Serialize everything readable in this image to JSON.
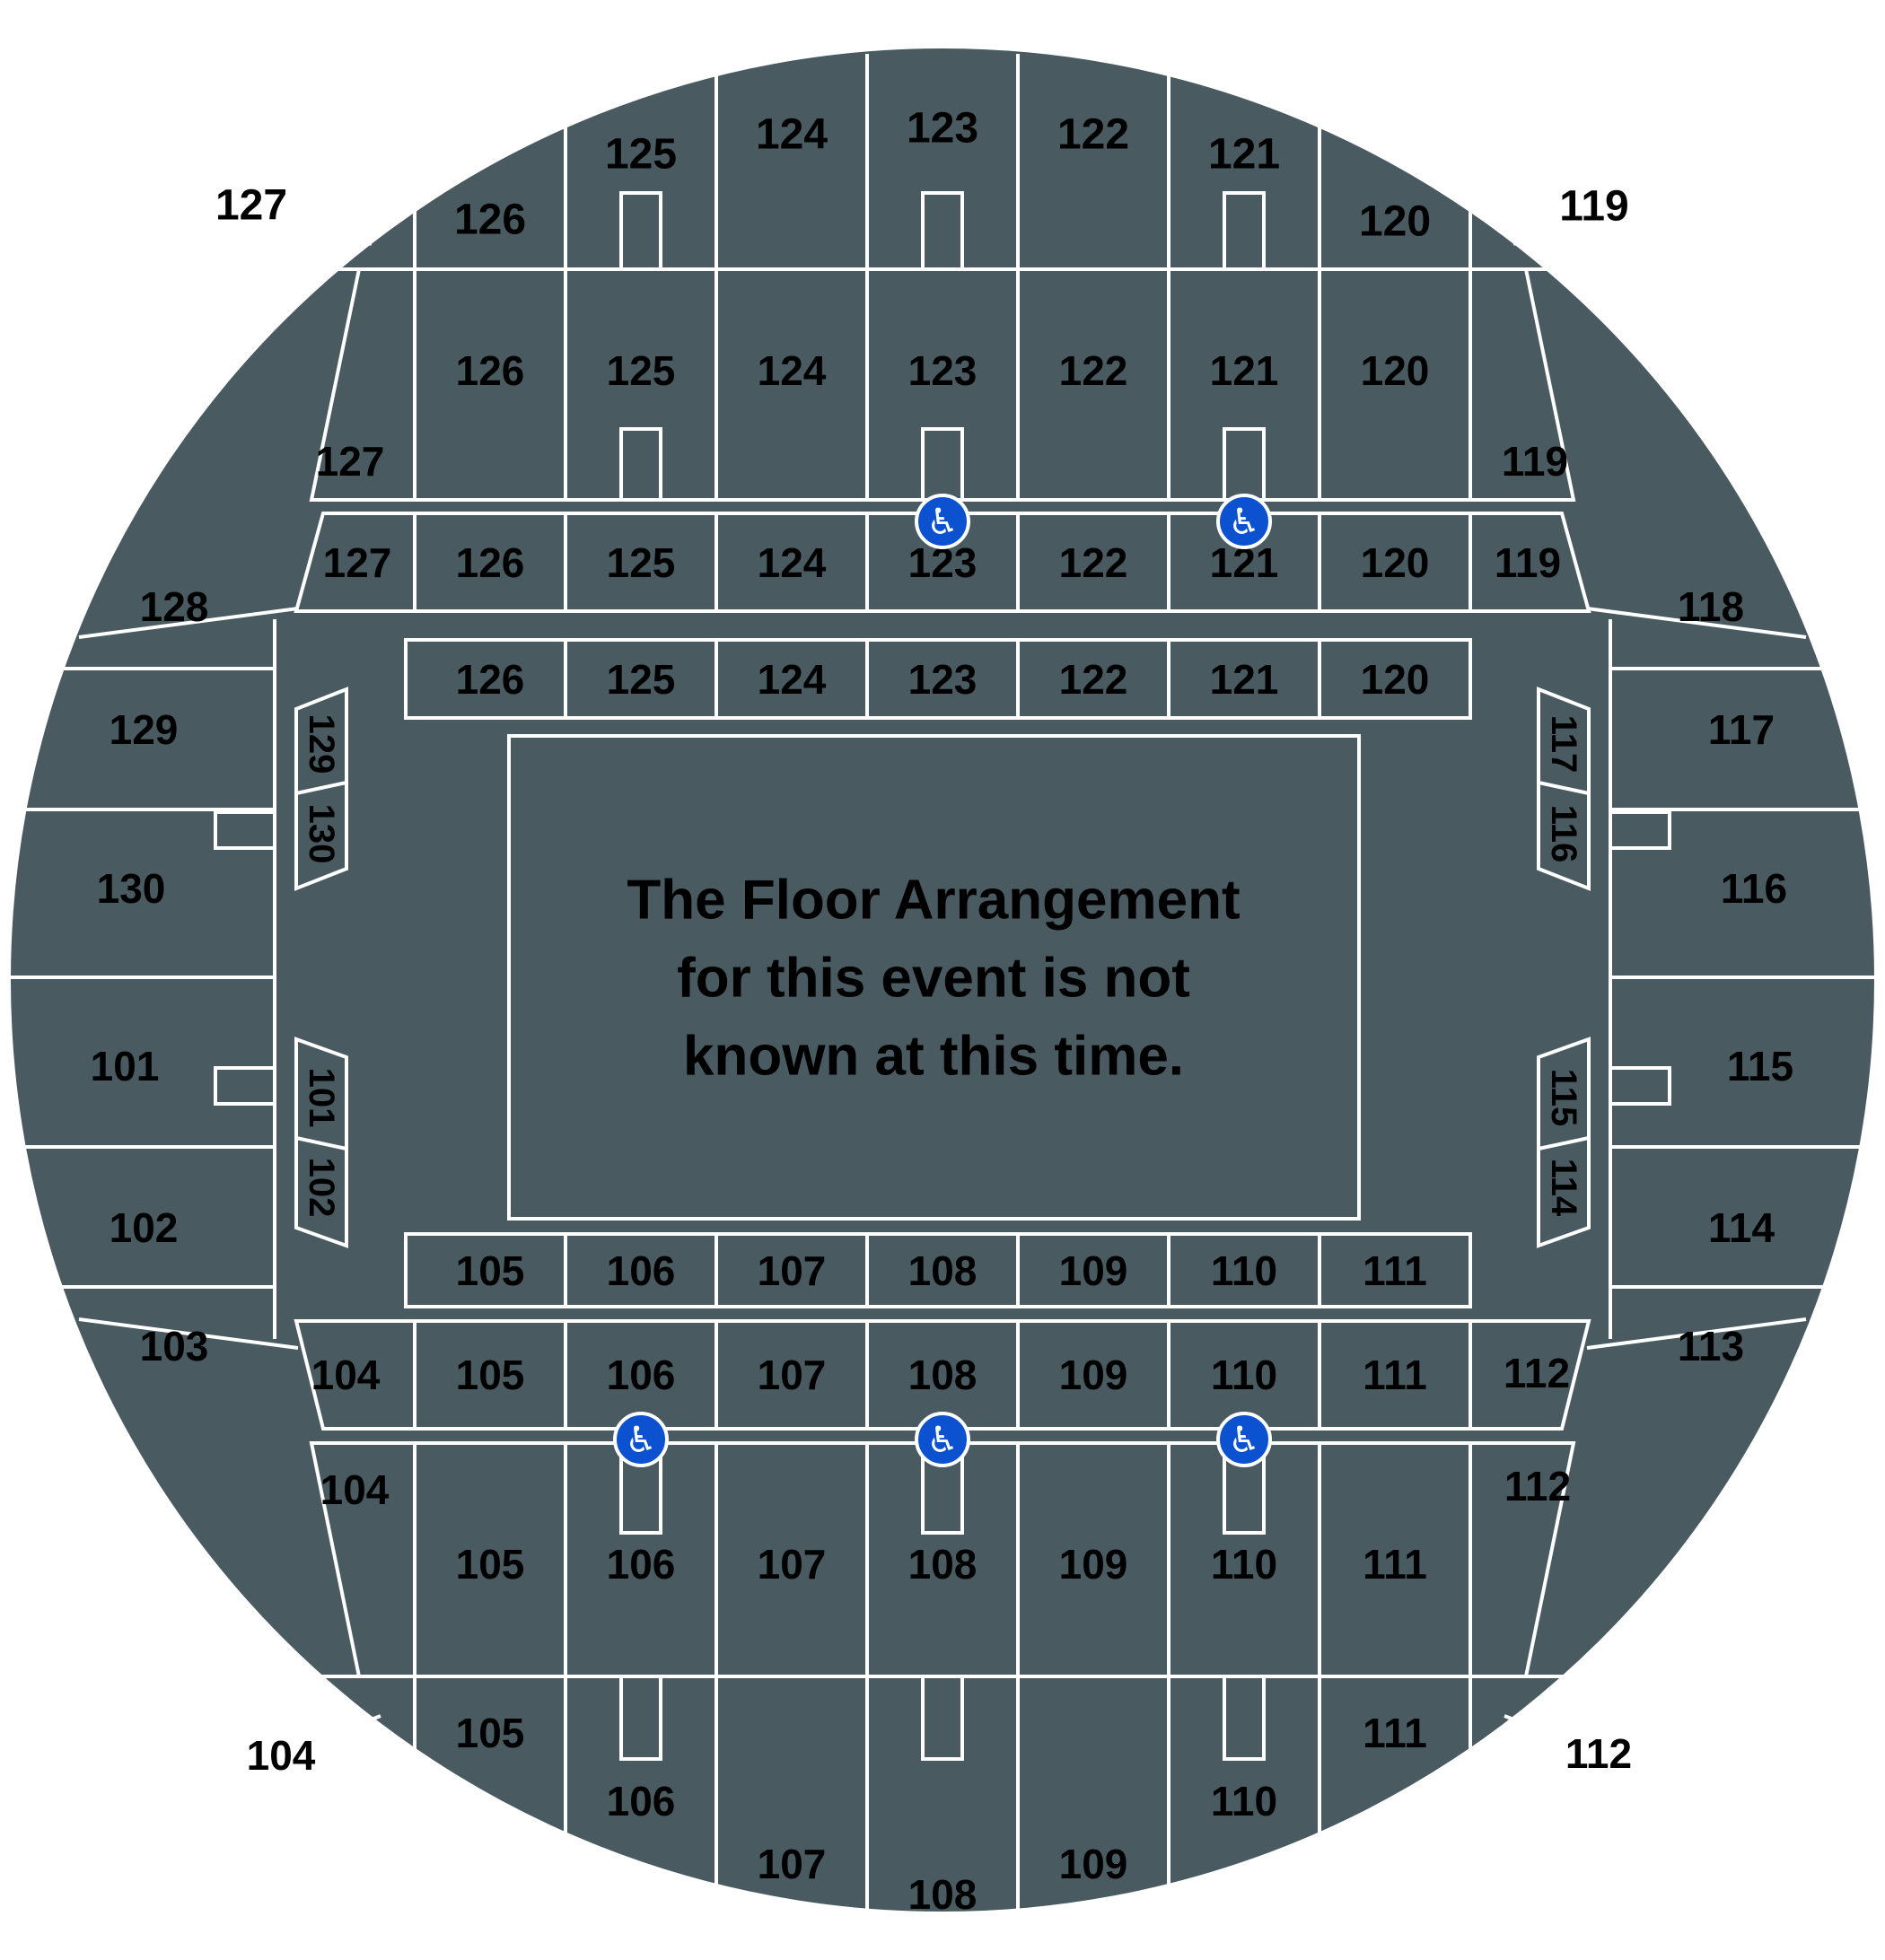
{
  "colors": {
    "background": "#ffffff",
    "bowl_fill": "#495a60",
    "line_color": "#ffffff",
    "label_color": "#000000",
    "accessible_blue": "#0b51d0"
  },
  "icons": {
    "wheelchair": "♿"
  },
  "floor": {
    "line1": "The Floor Arrangement",
    "line2": "for this event is not",
    "line3": "known at this time."
  },
  "rows": {
    "upper_rim": [
      "127",
      "126",
      "125",
      "124",
      "123",
      "122",
      "121",
      "120",
      "119"
    ],
    "upper_outer": [
      "127",
      "126",
      "125",
      "124",
      "123",
      "122",
      "121",
      "120",
      "119"
    ],
    "upper_mid": [
      "127",
      "126",
      "125",
      "124",
      "123",
      "122",
      "121",
      "120",
      "119"
    ],
    "upper_inner": [
      "126",
      "125",
      "124",
      "123",
      "122",
      "121",
      "120"
    ],
    "left_outer": [
      "128",
      "129",
      "130",
      "101",
      "102",
      "103"
    ],
    "left_inner": [
      "129",
      "130",
      "101",
      "102"
    ],
    "right_outer": [
      "118",
      "117",
      "116",
      "115",
      "114",
      "113"
    ],
    "right_inner": [
      "117",
      "116",
      "115",
      "114"
    ],
    "lower_inner": [
      "105",
      "106",
      "107",
      "108",
      "109",
      "110",
      "111"
    ],
    "lower_mid": [
      "104",
      "105",
      "106",
      "107",
      "108",
      "109",
      "110",
      "111",
      "112"
    ],
    "lower_outer": [
      "104",
      "105",
      "106",
      "107",
      "108",
      "109",
      "110",
      "111",
      "112"
    ],
    "lower_rim": [
      "104",
      "105",
      "106",
      "107",
      "108",
      "109",
      "110",
      "111",
      "112"
    ]
  }
}
